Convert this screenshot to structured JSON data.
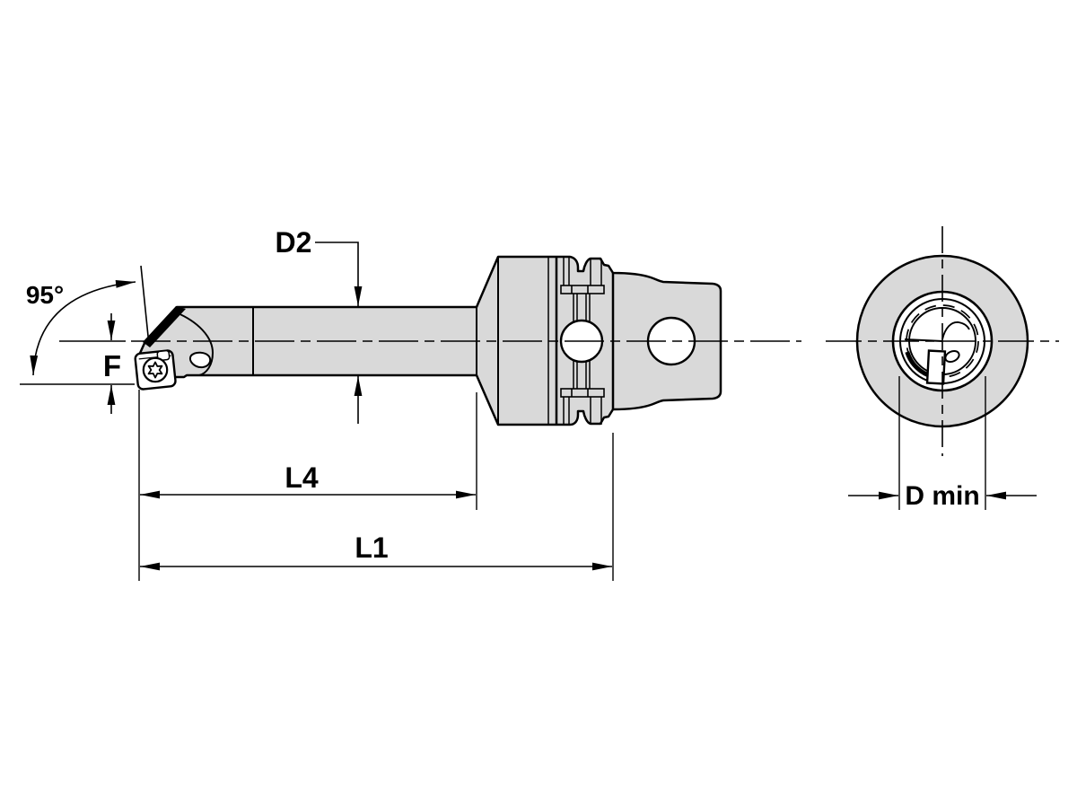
{
  "colors": {
    "background": "#ffffff",
    "body_fill": "#d9d9d9",
    "line_color": "#000000"
  },
  "side_view": {
    "lead_angle_label": "95°",
    "functional_width_label": "F",
    "shank_diameter_label": "D2",
    "usable_length_label": "L4",
    "overall_length_label": "L1"
  },
  "end_view": {
    "min_bore_diameter_label": "D min"
  }
}
